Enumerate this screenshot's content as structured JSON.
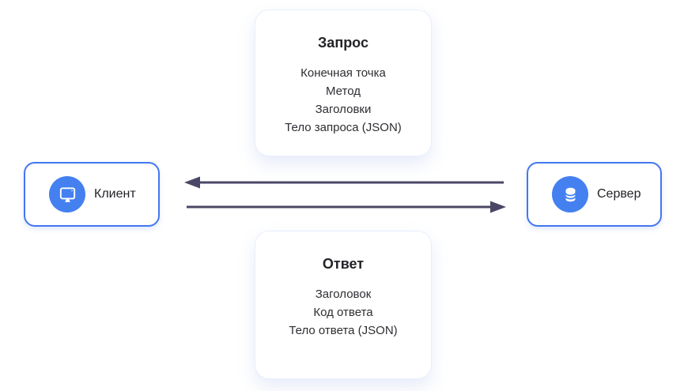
{
  "palette": {
    "node_border": "#4377f0",
    "icon_circle": "#4480f0",
    "icon_glyph": "#ffffff",
    "arrow": "#4a4766",
    "card_border": "#e8eefc",
    "card_bg": "#ffffff",
    "title_text": "#232328",
    "body_text": "#2e2e33",
    "label_text": "#222228"
  },
  "request_card": {
    "title": "Запрос",
    "items": [
      "Конечная точка",
      "Метод",
      "Заголовки",
      "Тело запроса (JSON)"
    ]
  },
  "response_card": {
    "title": "Ответ",
    "items": [
      "Заголовок",
      "Код ответа",
      "Тело ответа (JSON)"
    ]
  },
  "client_node": {
    "label": "Клиент",
    "icon": "monitor-icon"
  },
  "server_node": {
    "label": "Сервер",
    "icon": "database-icon"
  },
  "arrows": [
    {
      "name": "response-arrow",
      "direction": "right-to-left"
    },
    {
      "name": "request-arrow",
      "direction": "left-to-right"
    }
  ]
}
